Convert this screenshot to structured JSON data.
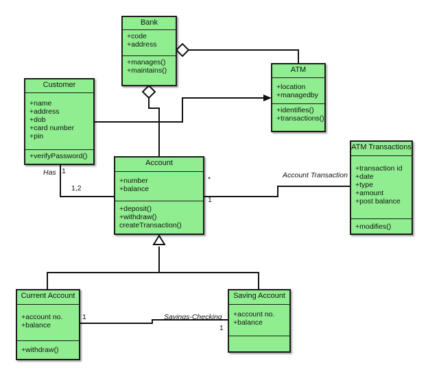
{
  "classes": {
    "bank": {
      "name": "Bank",
      "attributes": [
        "+code",
        "+address"
      ],
      "operations": [
        "+manages()",
        "+maintains()"
      ]
    },
    "atm": {
      "name": "ATM",
      "attributes": [
        "+location",
        "+managedby"
      ],
      "operations": [
        "+identifies()",
        "+transactions()"
      ]
    },
    "customer": {
      "name": "Customer",
      "attributes": [
        "+name",
        "+address",
        "+dob",
        "+card number",
        "+pin"
      ],
      "operations": [
        "+verifyPassword()"
      ]
    },
    "account": {
      "name": "Account",
      "attributes": [
        "+number",
        "+balance"
      ],
      "operations": [
        "+deposit()",
        "+withdraw()",
        "createTransaction()"
      ]
    },
    "atm_transactions": {
      "name": "ATM Transactions",
      "attributes": [
        "+transaction id",
        "+date",
        "+type",
        "+amount",
        "+post balance"
      ],
      "operations": [
        "+modifies()"
      ]
    },
    "current_account": {
      "name": "Current Account",
      "attributes": [
        "+account no.",
        "+balance"
      ],
      "operations": [
        "+withdraw()"
      ]
    },
    "saving_account": {
      "name": "Saving Account",
      "attributes": [
        "+account no.",
        "+balance"
      ],
      "operations": []
    }
  },
  "labels": {
    "has": "Has",
    "has_mult_customer": "1",
    "has_mult_account": "1,2",
    "account_transaction": "Account Transaction",
    "acct_tx_mult_star": "*",
    "acct_tx_mult_one": "1",
    "savings_checking": "Savings-Checking",
    "sc_mult_current": "1",
    "sc_mult_saving": "1"
  }
}
